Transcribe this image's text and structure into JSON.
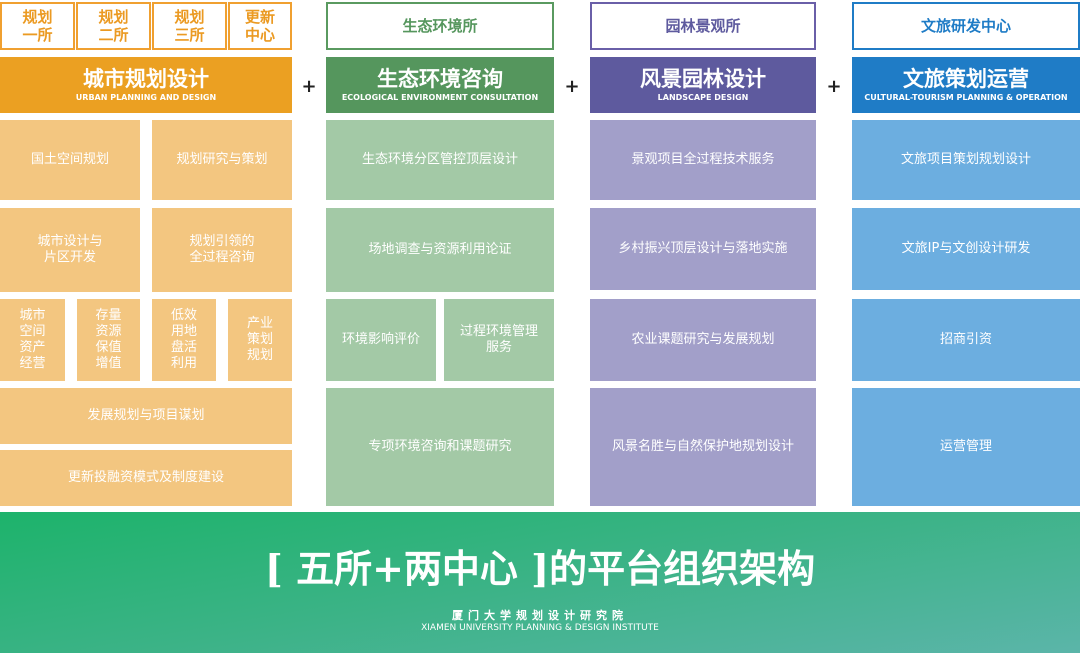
{
  "columns": [
    {
      "top": [
        "规划\n一所",
        "规划\n二所",
        "规划\n三所",
        "更新\n中心"
      ],
      "title": "城市规划设计",
      "subtitle": "URBAN PLANNING AND DESIGN",
      "cells": [
        "国土空间规划",
        "规划研究与策划",
        "城市设计与\n片区开发",
        "规划引领的\n全过程咨询",
        "城市\n空间\n资产\n经营",
        "存量\n资源\n保值\n增值",
        "低效\n用地\n盘活\n利用",
        "产业\n策划\n规划",
        "发展规划与项目谋划",
        "更新投融资模式及制度建设"
      ]
    },
    {
      "top": [
        "生态环境所"
      ],
      "title": "生态环境咨询",
      "subtitle": "ECOLOGICAL ENVIRONMENT CONSULTATION",
      "cells": [
        "生态环境分区管控顶层设计",
        "场地调查与资源利用论证",
        "环境影响评价",
        "过程环境管理\n服务",
        "专项环境咨询和课题研究"
      ]
    },
    {
      "top": [
        "园林景观所"
      ],
      "title": "风景园林设计",
      "subtitle": "LANDSCAPE DESIGN",
      "cells": [
        "景观项目全过程技术服务",
        "乡村振兴顶层设计与落地实施",
        "农业课题研究与发展规划",
        "风景名胜与自然保护地规划设计"
      ]
    },
    {
      "top": [
        "文旅研发中心"
      ],
      "title": "文旅策划运营",
      "subtitle": "CULTURAL-TOURISM PLANNING & OPERATION",
      "cells": [
        "文旅项目策划规划设计",
        "文旅IP与文创设计研发",
        "招商引资",
        "运营管理"
      ]
    }
  ],
  "plus": "+",
  "footer": {
    "title": "[ 五所+两中心 ]的平台组织架构",
    "org_cn": "厦门大学规划设计研究院",
    "org_en": "XIAMEN UNIVERSITY PLANNING & DESIGN INSTITUTE"
  },
  "colors": {
    "orange": "#eba022",
    "green": "#55965d",
    "purple": "#5e5a9e",
    "blue": "#1f7cc6"
  }
}
